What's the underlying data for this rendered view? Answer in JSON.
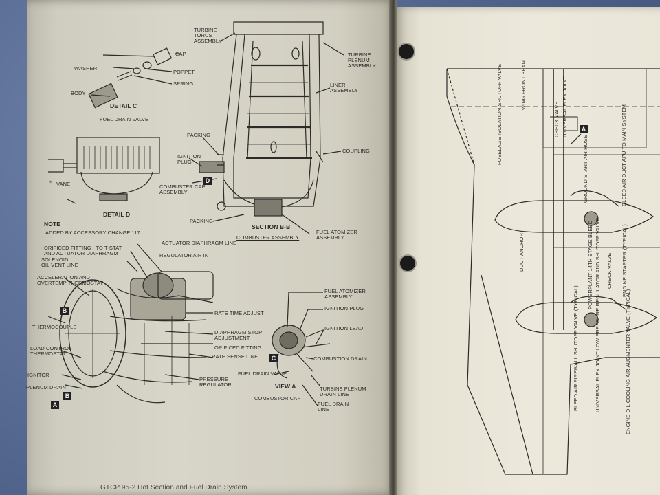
{
  "left": {
    "detail_c": {
      "labels": {
        "cap": "CAP",
        "washer": "WASHER",
        "poppet": "POPPET",
        "spring": "SPRING",
        "body": "BODY"
      },
      "caption": "DETAIL C",
      "subcaption": "FUEL DRAIN VALVE"
    },
    "detail_d": {
      "vane": "VANE",
      "caption": "DETAIL D"
    },
    "section_bb": {
      "labels": {
        "torus": "TURBINE\nTORUS\nASSEMBLY",
        "plenum": "TURBINE\nPLENUM\nASSEMBLY",
        "liner": "LINER\nASSEMBLY",
        "packing_top": "PACKING",
        "ignition_plug": "IGNITION\nPLUG",
        "coupling": "COUPLING",
        "cap_assembly": "COMBUSTER CAP\nASSEMBLY",
        "packing_bottom": "PACKING",
        "atomizer": "FUEL ATOMIZER\nASSEMBLY"
      },
      "caption": "SECTION B-B",
      "subcaption": "COMBUSTER ASSEMBLY",
      "tag": "D"
    },
    "note": {
      "title": "NOTE",
      "text": "ADDED BY ACCESSORY CHANGE 117"
    },
    "main_view": {
      "labels": {
        "orificed_tstat": "ORIFICED FITTING - TO T-STAT\nAND ACTUATOR DIAPHRAGM",
        "actuator_line": "ACTUATOR DIAPHRAGM LINE",
        "solenoid": "SOLENOID\nOIL VENT LINE",
        "regulator_air": "REGULATOR AIR IN",
        "accel_thermostat": "ACCELERATION AND\nOVERTEMP THERMOSTAT",
        "rate_time": "RATE TIME ADJUST",
        "thermocouple": "THERMOCOUPLE",
        "diaphragm_stop": "DIAPHRAGM STOP\nADJUSTMENT",
        "orificed_fitting": "ORIFICED FITTING",
        "load_control": "LOAD CONTROL\nTHERMOSTAT",
        "rate_sense": "RATE SENSE LINE",
        "ignitor": "IGNITOR",
        "plenum_drain": "PLENUM DRAIN",
        "pressure_regulator": "PRESSURE\nREGULATOR"
      },
      "tags": [
        "B",
        "A",
        "B"
      ]
    },
    "view_a": {
      "labels": {
        "atomizer": "FUEL ATOMIZER\nASSEMBLY",
        "ignition_plug": "IGNITION PLUG",
        "ignition_lead": "IGNITION LEAD",
        "combustion_drain": "COMBUSTION DRAIN",
        "fuel_drain_valve": "FUEL DRAIN VALVE",
        "plenum_drain_line": "TURBINE PLENUM\nDRAIN LINE",
        "fuel_drain_line": "FUEL DRAIN\nLINE"
      },
      "caption": "VIEW A",
      "subcaption": "COMBUSTOR CAP",
      "tag": "C"
    },
    "footer": "GTCP 95-2 Hot Section and Fuel Drain System"
  },
  "right": {
    "labels": {
      "wing_front_beam": "WING FRONT BEAM",
      "check_valve_top": "CHECK VALVE",
      "universal_flex": "UNIVERSAL\nFLEX JOINT",
      "fuselage_isolation": "FUSELAGE ISOLATION\nSHUTOFF VALVE",
      "ground_start": "GROUND START\nAIR HOSE",
      "bleed_air_duct": "BLEED AIR DUCT\nAPU TO MAIN SYSTEM",
      "duct_anchor": "DUCT ANCHOR",
      "powerplant_bleed": "POWERPLANT 14TH\nSTAGE BLEED",
      "check_valve_mid": "CHECK VALVE",
      "engine_starter": "ENGINE STARTER\n(TYPICAL)",
      "firewall_valve": "BLEED AIR FIREWALL\nSHUTOFF VALVE (TYPICAL)",
      "low_pressure_reg": "UNIVERSAL FLEX JOINT\nLOW PRESSURE REGULATOR\nAND SHUTOFF VALVE",
      "oil_cooling": "ENGINE OIL COOLING AIR\nAUGMENTER VALVE (TYPICAL)"
    },
    "tag": "A"
  }
}
